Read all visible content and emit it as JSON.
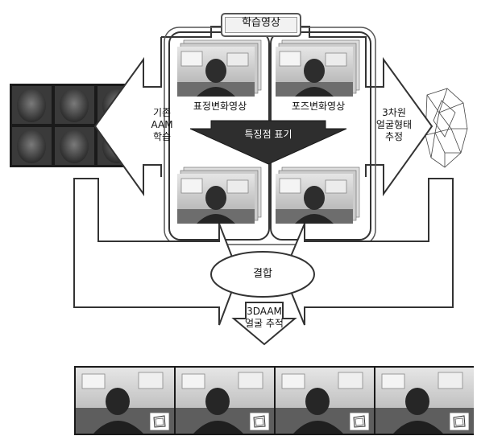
{
  "diagram": {
    "top_box": "학습영상",
    "expression_video": "표정변화영상",
    "pose_video": "포즈변화영상",
    "feature_arrow": "특징점 표기",
    "left_arrow": [
      "기존",
      "AAM",
      "학습"
    ],
    "right_arrow": [
      "3차원",
      "얼굴형태",
      "추정"
    ],
    "combine": "결합",
    "bottom_arrow": [
      "3DAAM",
      "얼굴 추적"
    ]
  },
  "colors": {
    "arrow_fill": "#ffffff",
    "arrow_stroke": "#333333",
    "center_arrow": "#2e2e2e",
    "photo_wall": "#cfcfcf",
    "face_dark": "#2b2b2b",
    "aam_face": "#4a4a4a"
  },
  "icons": {
    "aam_grid": "aam-face-grid-image",
    "mesh": "3d-face-mesh-image",
    "tracking": "tracking-result-strip-image"
  }
}
